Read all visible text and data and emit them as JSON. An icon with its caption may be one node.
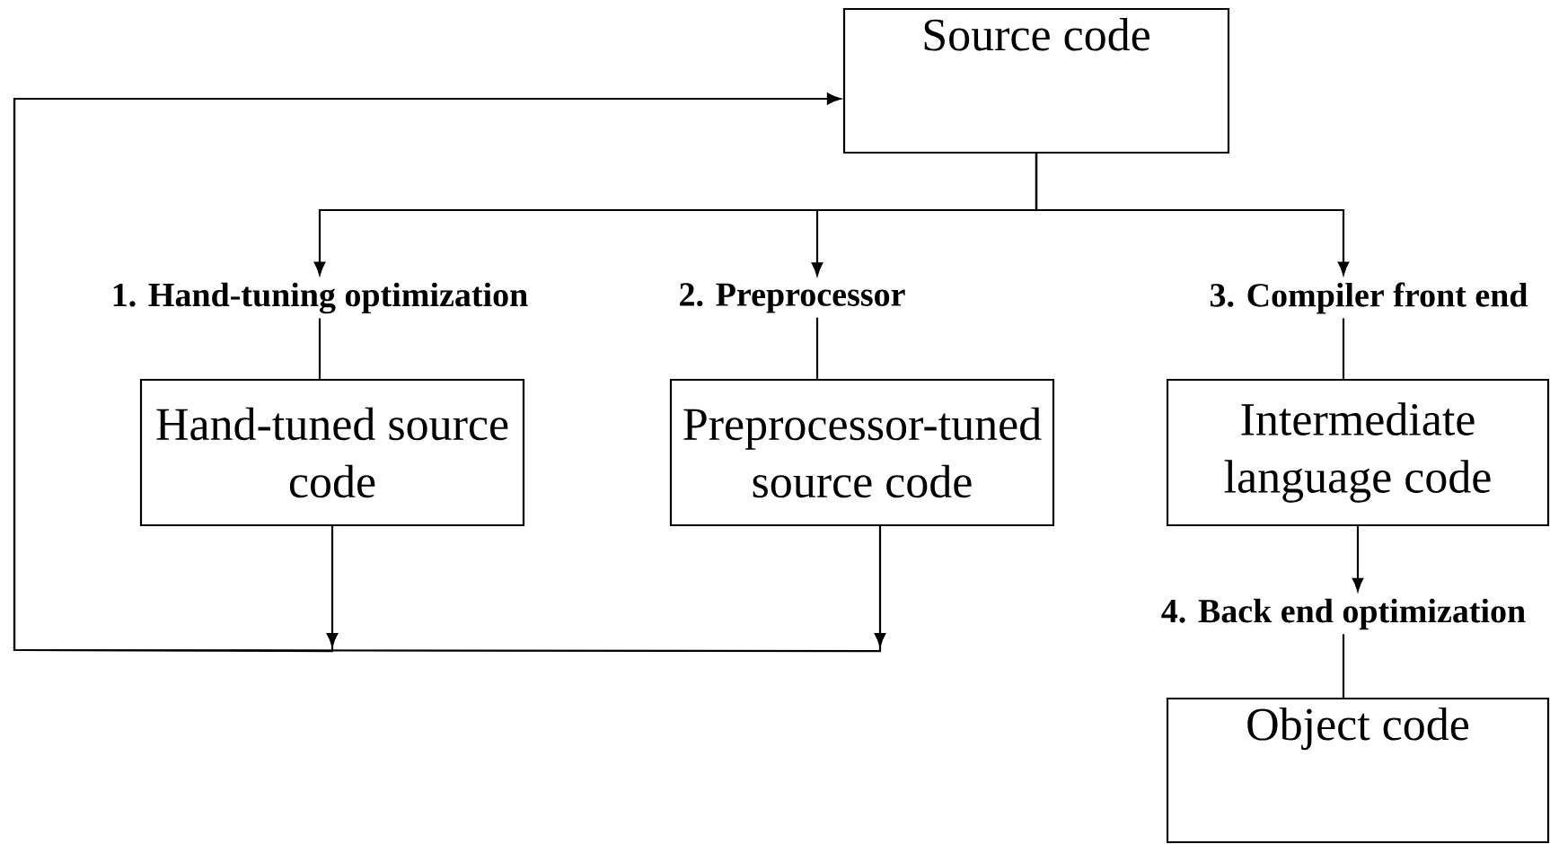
{
  "diagram": {
    "nodes": [
      {
        "text": [
          "Source code"
        ]
      },
      {
        "text": [
          "1. Hand-tuning optimization"
        ]
      },
      {
        "text": [
          "2. Preprocessor"
        ]
      },
      {
        "text": [
          "3. Compiler front end"
        ]
      },
      {
        "text": [
          "Hand-tuned source code"
        ]
      },
      {
        "text": [
          "Preprocessor-tuned source code"
        ]
      },
      {
        "text": [
          "Intermediate language code"
        ]
      },
      {
        "text": [
          "4. Back end optimization"
        ]
      },
      {
        "text": [
          "Object code"
        ]
      }
    ],
    "edges": [
      {
        "from": 0,
        "to": 1,
        "arrow": "to"
      },
      {
        "from": 0,
        "to": 2,
        "arrow": "to"
      },
      {
        "from": 0,
        "to": 3,
        "arrow": "to"
      },
      {
        "from": 1,
        "to": 4,
        "arrow": "none"
      },
      {
        "from": 2,
        "to": 5,
        "arrow": "none"
      },
      {
        "from": 3,
        "to": 6,
        "arrow": "none"
      },
      {
        "from": 6,
        "to": 7,
        "arrow": "to"
      },
      {
        "from": 7,
        "to": 8,
        "arrow": "none"
      },
      {
        "from": 4,
        "to": 0,
        "arrow": "to"
      },
      {
        "from": 5,
        "to": 0,
        "arrow": "to"
      }
    ]
  }
}
